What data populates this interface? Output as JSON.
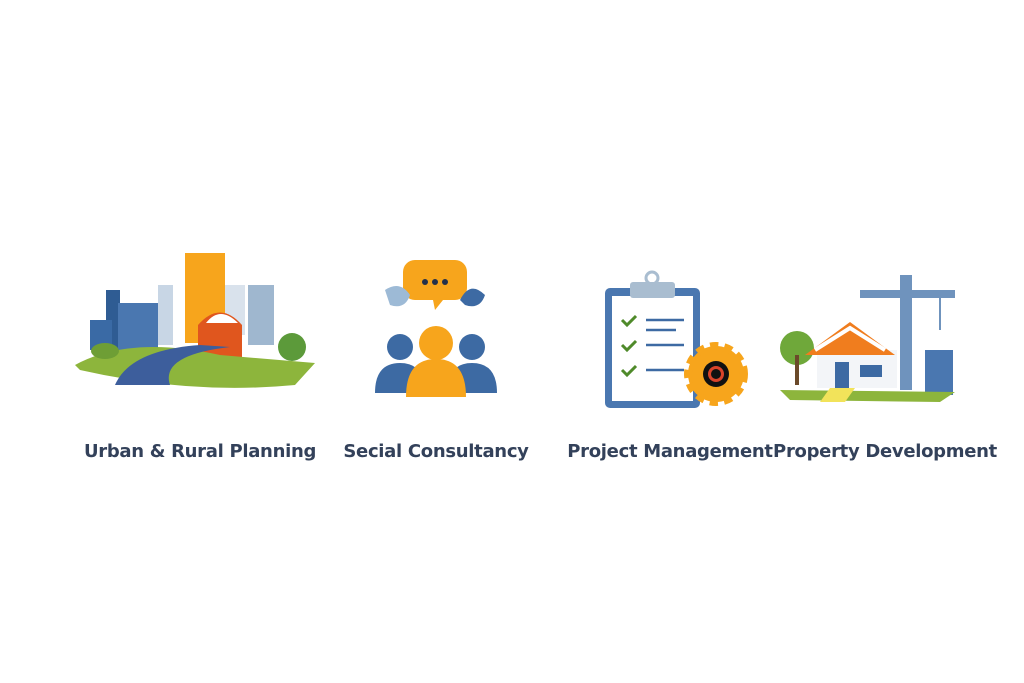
{
  "services": [
    {
      "label": "Urban & Rural Planning",
      "icon": "city-farm-icon"
    },
    {
      "label": "Secial Consultancy",
      "icon": "people-chat-icon"
    },
    {
      "label": "Project Management",
      "icon": "clipboard-gear-icon"
    },
    {
      "label": "Property Development",
      "icon": "house-crane-icon"
    }
  ],
  "colors": {
    "blue": "#3d6aa3",
    "orange": "#f7a51c",
    "green": "#7aa83a",
    "text": "#33415a"
  }
}
